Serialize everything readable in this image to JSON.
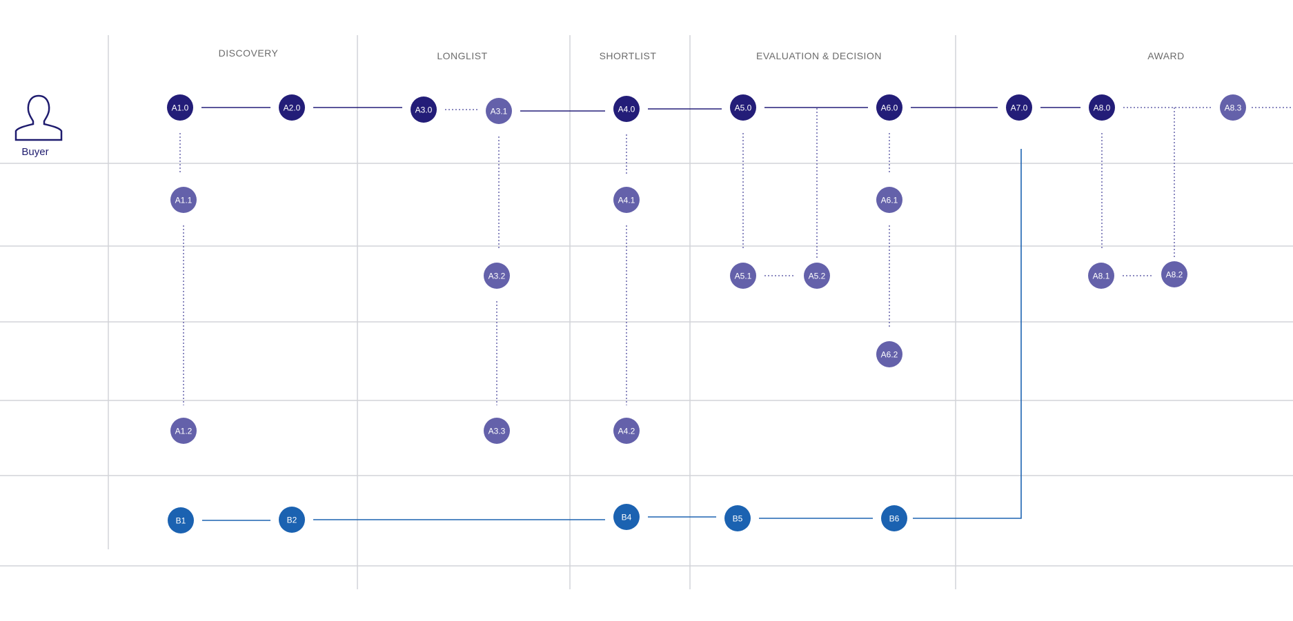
{
  "actor": {
    "label": "Buyer",
    "icon": "person-icon"
  },
  "phases": [
    {
      "id": "discovery",
      "label": "DISCOVERY"
    },
    {
      "id": "longlist",
      "label": "LONGLIST"
    },
    {
      "id": "shortlist",
      "label": "SHORTLIST"
    },
    {
      "id": "evaluation",
      "label": "EVALUATION & DECISION"
    },
    {
      "id": "award",
      "label": "AWARD"
    }
  ],
  "colors": {
    "primary_node": "#231d78",
    "secondary_node": "#6461aa",
    "b_node": "#1b62b1",
    "grid": "#d2d4d8",
    "primary_line": "#231d78",
    "dotted_line": "#6461aa",
    "b_line": "#1b62b1"
  },
  "nodes": [
    {
      "id": "A1.0",
      "kind": "primary"
    },
    {
      "id": "A2.0",
      "kind": "primary"
    },
    {
      "id": "A3.0",
      "kind": "primary"
    },
    {
      "id": "A3.1",
      "kind": "secondary"
    },
    {
      "id": "A4.0",
      "kind": "primary"
    },
    {
      "id": "A5.0",
      "kind": "primary"
    },
    {
      "id": "A6.0",
      "kind": "primary"
    },
    {
      "id": "A7.0",
      "kind": "primary"
    },
    {
      "id": "A8.0",
      "kind": "primary"
    },
    {
      "id": "A8.3",
      "kind": "secondary"
    },
    {
      "id": "A1.1",
      "kind": "secondary"
    },
    {
      "id": "A4.1",
      "kind": "secondary"
    },
    {
      "id": "A6.1",
      "kind": "secondary"
    },
    {
      "id": "A3.2",
      "kind": "secondary"
    },
    {
      "id": "A5.1",
      "kind": "secondary"
    },
    {
      "id": "A5.2",
      "kind": "secondary"
    },
    {
      "id": "A8.1",
      "kind": "secondary"
    },
    {
      "id": "A8.2",
      "kind": "secondary"
    },
    {
      "id": "A6.2",
      "kind": "secondary"
    },
    {
      "id": "A1.2",
      "kind": "secondary"
    },
    {
      "id": "A3.3",
      "kind": "secondary"
    },
    {
      "id": "A4.2",
      "kind": "secondary"
    },
    {
      "id": "B1",
      "kind": "b"
    },
    {
      "id": "B2",
      "kind": "b"
    },
    {
      "id": "B4",
      "kind": "b"
    },
    {
      "id": "B5",
      "kind": "b"
    },
    {
      "id": "B6",
      "kind": "b"
    }
  ],
  "edges": [
    {
      "from": "A1.0",
      "to": "A2.0",
      "style": "solid"
    },
    {
      "from": "A2.0",
      "to": "A3.0",
      "style": "solid"
    },
    {
      "from": "A3.0",
      "to": "A3.1",
      "style": "dotted"
    },
    {
      "from": "A3.1",
      "to": "A4.0",
      "style": "solid"
    },
    {
      "from": "A4.0",
      "to": "A5.0",
      "style": "solid"
    },
    {
      "from": "A5.0",
      "to": "A6.0",
      "style": "solid"
    },
    {
      "from": "A6.0",
      "to": "A7.0",
      "style": "solid"
    },
    {
      "from": "A7.0",
      "to": "A8.0",
      "style": "solid"
    },
    {
      "from": "A8.0",
      "to": "A8.3",
      "style": "dotted"
    },
    {
      "from": "A1.0",
      "to": "A1.1",
      "style": "dotted"
    },
    {
      "from": "A1.1",
      "to": "A1.2",
      "style": "dotted"
    },
    {
      "from": "A3.1",
      "to": "A3.2",
      "style": "dotted"
    },
    {
      "from": "A3.2",
      "to": "A3.3",
      "style": "dotted"
    },
    {
      "from": "A4.0",
      "to": "A4.1",
      "style": "dotted"
    },
    {
      "from": "A4.1",
      "to": "A4.2",
      "style": "dotted"
    },
    {
      "from": "A5.0",
      "to": "A5.1",
      "style": "dotted"
    },
    {
      "from": "A5.1",
      "to": "A5.2",
      "style": "dotted"
    },
    {
      "from": "A5.0",
      "to": "A5.2",
      "style": "dotted",
      "via": "A6.0-line"
    },
    {
      "from": "A6.0",
      "to": "A6.1",
      "style": "dotted"
    },
    {
      "from": "A6.1",
      "to": "A6.2",
      "style": "dotted"
    },
    {
      "from": "A8.0",
      "to": "A8.1",
      "style": "dotted"
    },
    {
      "from": "A8.1",
      "to": "A8.2",
      "style": "dotted"
    },
    {
      "from": "A8.0",
      "to": "A8.2",
      "style": "dotted",
      "via": "A8.3-line"
    },
    {
      "from": "B1",
      "to": "B2",
      "style": "solid"
    },
    {
      "from": "B2",
      "to": "B4",
      "style": "solid"
    },
    {
      "from": "B4",
      "to": "B5",
      "style": "solid"
    },
    {
      "from": "B5",
      "to": "B6",
      "style": "solid"
    },
    {
      "from": "B6",
      "to": "A7.0",
      "style": "solid"
    }
  ]
}
